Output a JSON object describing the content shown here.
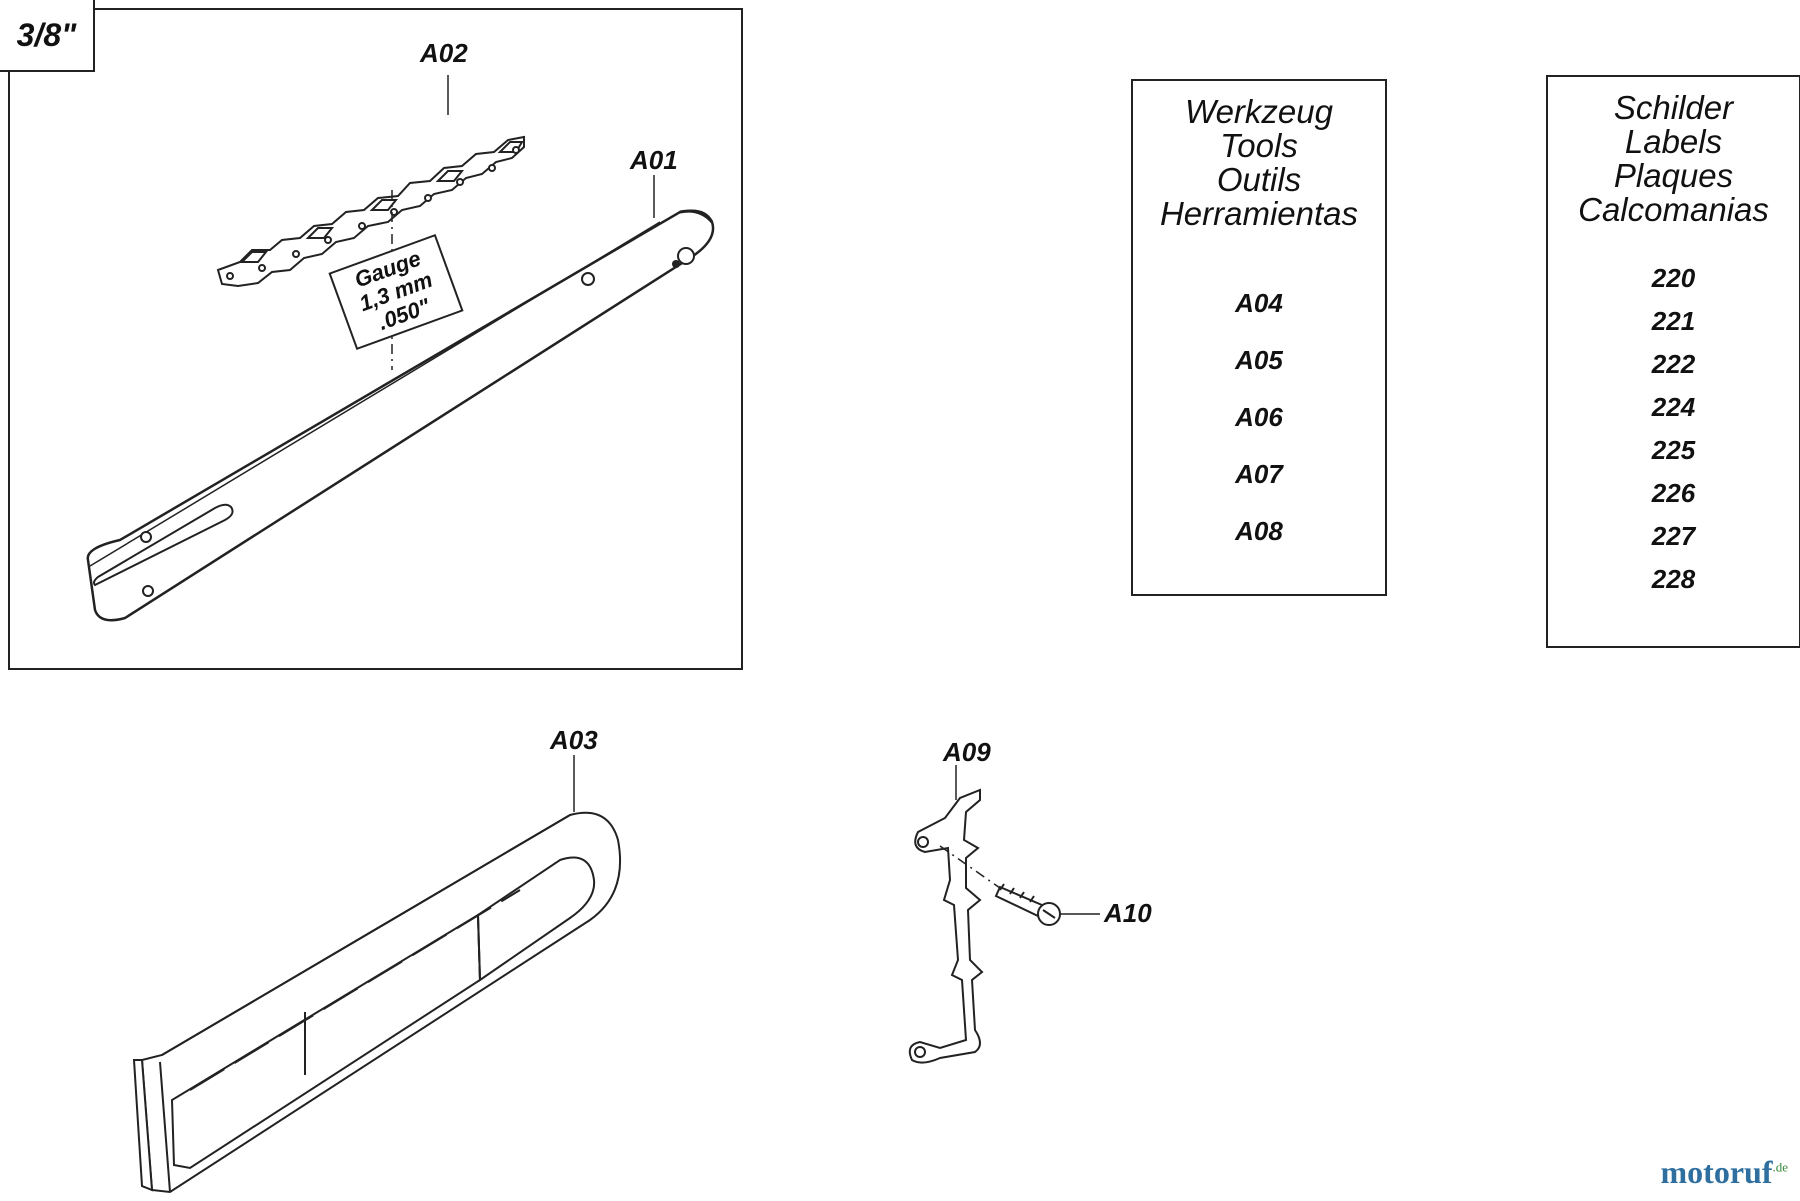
{
  "pitch_label": "3/8\"",
  "gauge_box": {
    "line1": "Gauge",
    "line2": "1,3 mm",
    "line3": ".050\""
  },
  "part_labels": {
    "a01": "A01",
    "a02": "A02",
    "a03": "A03",
    "a09": "A09",
    "a10": "A10"
  },
  "tools_panel": {
    "heading": [
      "Werkzeug",
      "Tools",
      "Outils",
      "Herramientas"
    ],
    "items": [
      "A04",
      "A05",
      "A06",
      "A07",
      "A08"
    ]
  },
  "labels_panel": {
    "heading": [
      "Schilder",
      "Labels",
      "Plaques",
      "Calcomanias"
    ],
    "items": [
      "220",
      "221",
      "222",
      "224",
      "225",
      "226",
      "227",
      "228"
    ]
  },
  "watermark": {
    "text": "motoruf",
    "suffix": ".de"
  },
  "colors": {
    "line": "#222222",
    "watermark": "#2f6f9f",
    "watermark_dot": "#3a8a3a"
  }
}
